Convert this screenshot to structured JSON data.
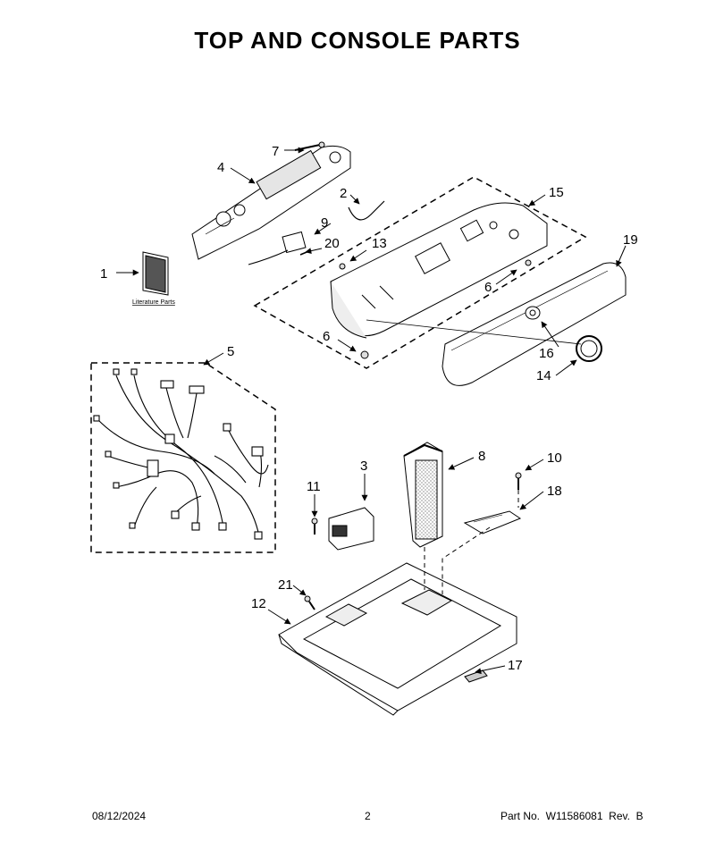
{
  "title": "TOP AND CONSOLE PARTS",
  "literature_label": "Literature Parts",
  "callouts": [
    "1",
    "2",
    "3",
    "4",
    "5",
    "6",
    "6",
    "7",
    "8",
    "9",
    "10",
    "11",
    "12",
    "13",
    "14",
    "15",
    "16",
    "17",
    "18",
    "19",
    "20",
    "21"
  ],
  "footer": {
    "date": "08/12/2024",
    "page": "2",
    "part": "Part No.  W11586081  Rev.  B"
  }
}
